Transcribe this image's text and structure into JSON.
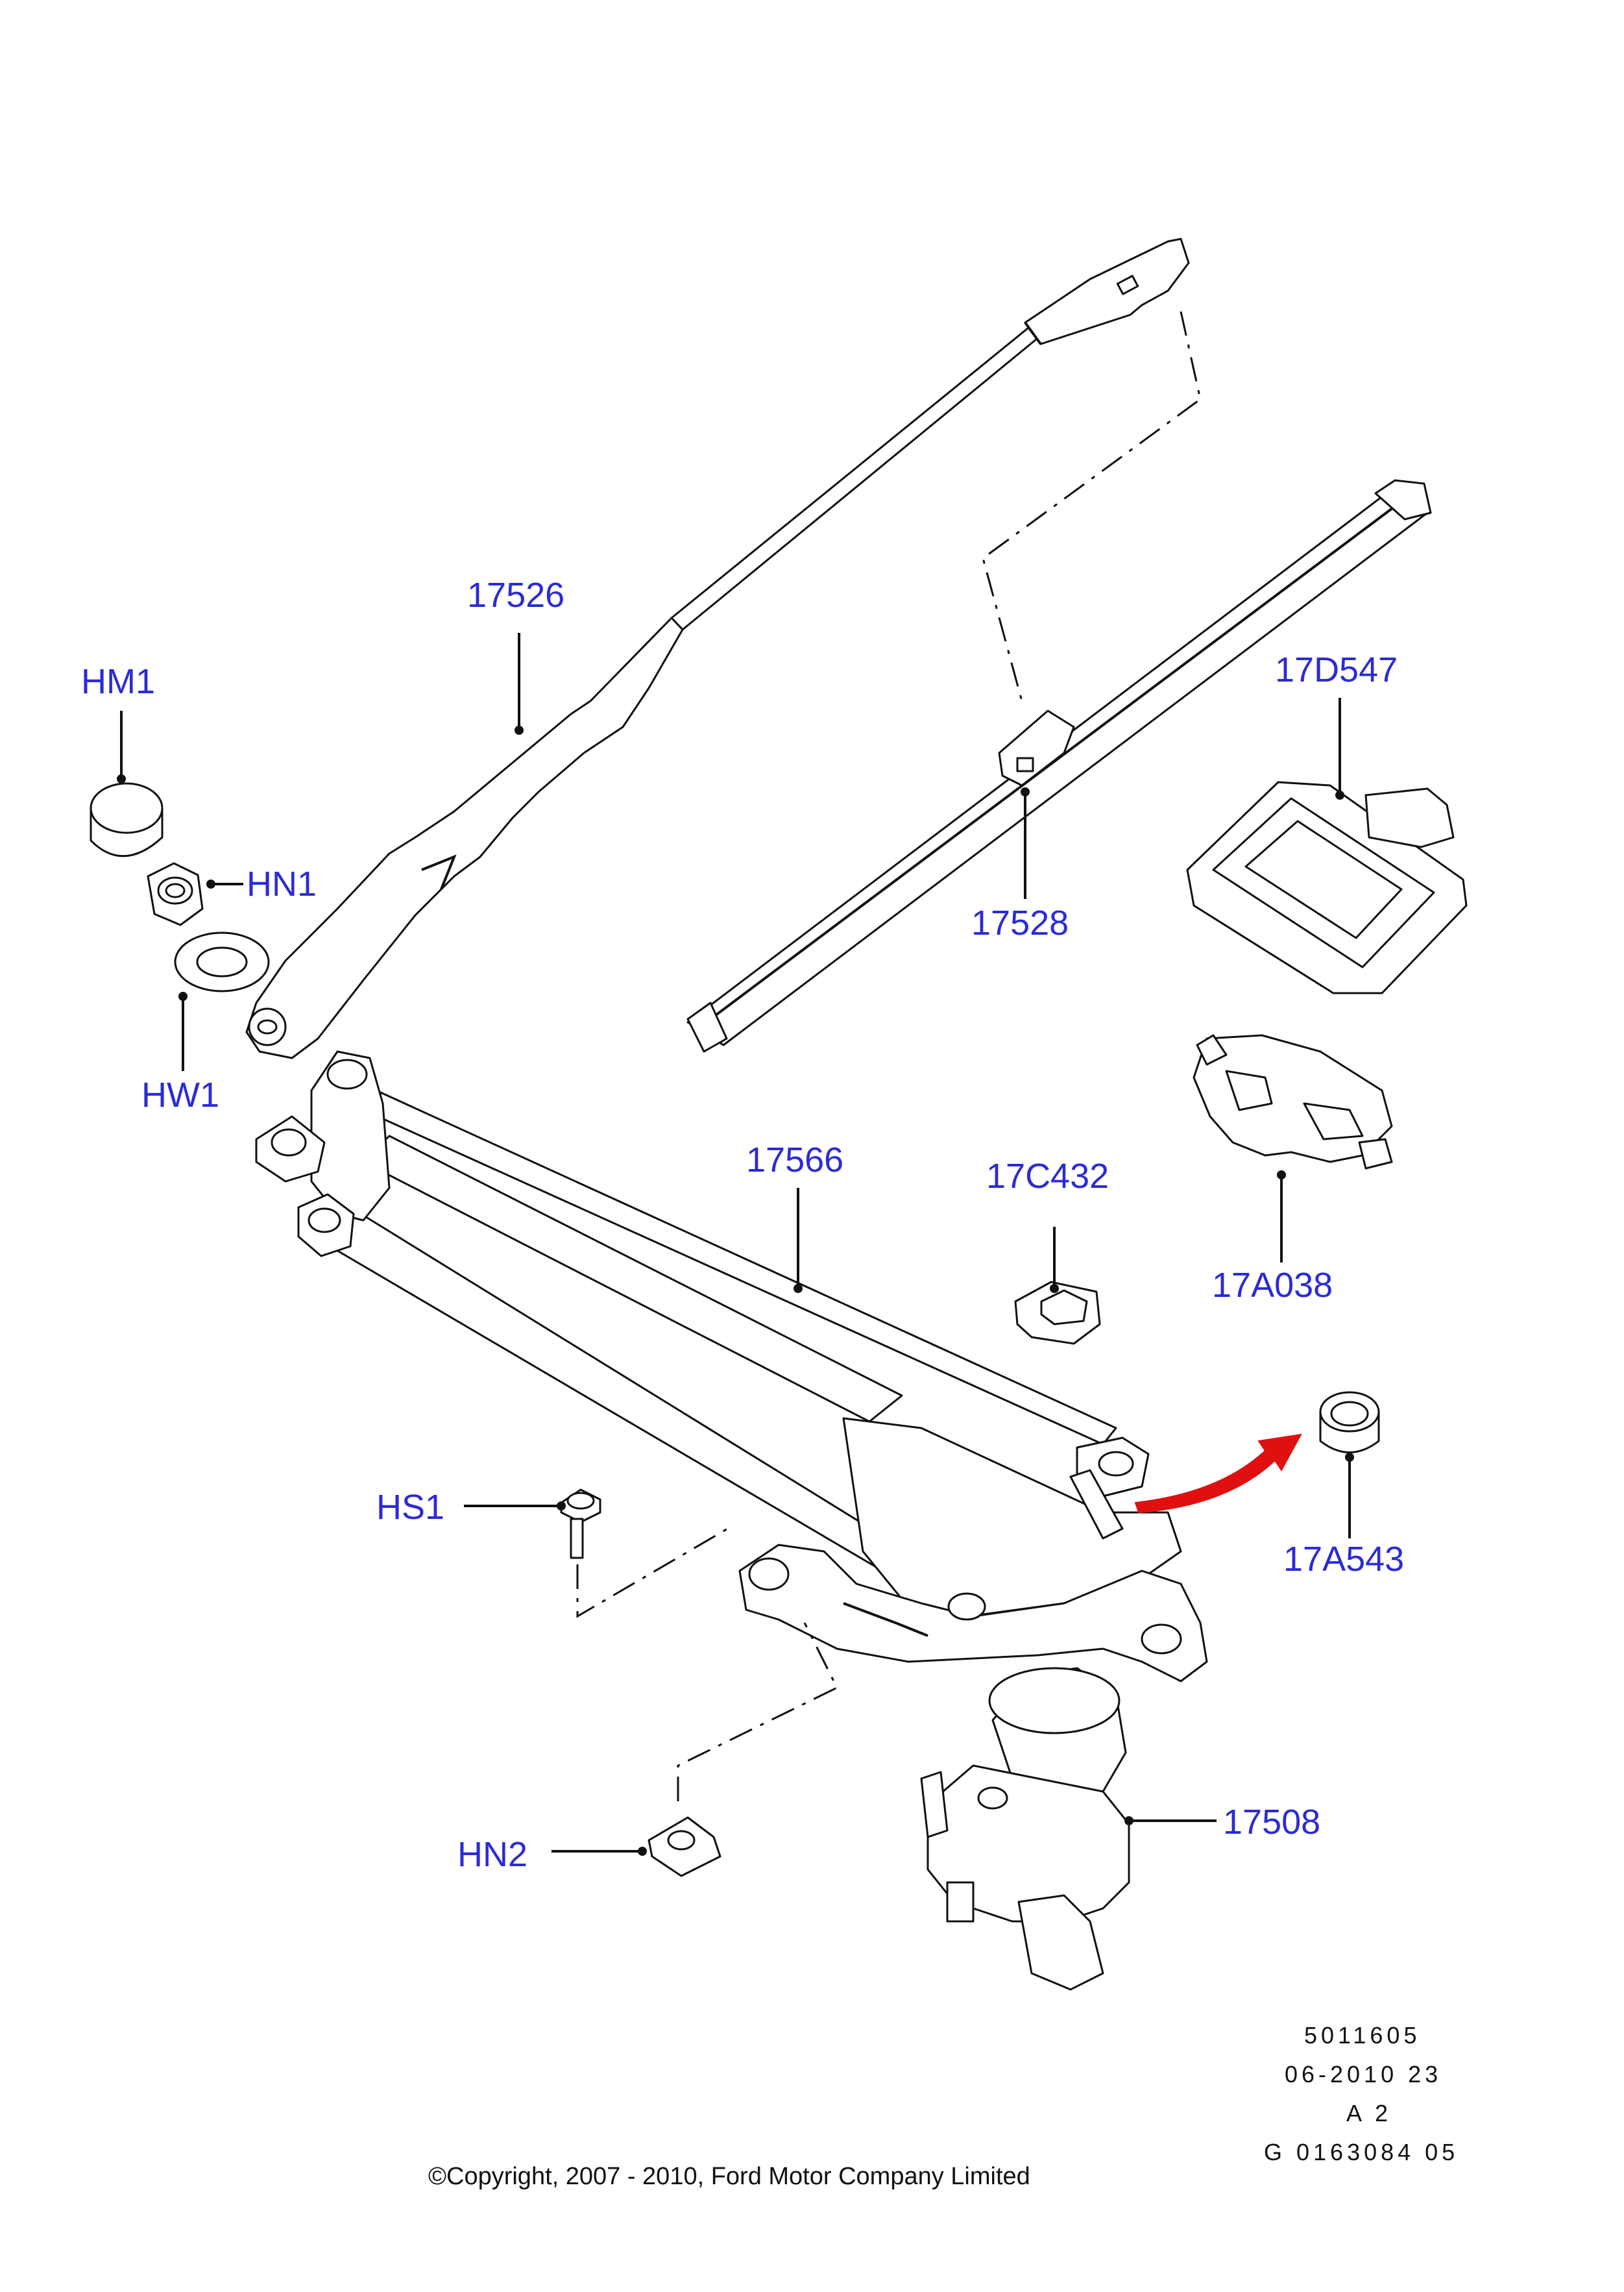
{
  "diagram": {
    "parts": [
      {
        "id": "p17526",
        "label": "17526"
      },
      {
        "id": "pHM1",
        "label": "HM1"
      },
      {
        "id": "pHN1",
        "label": "HN1"
      },
      {
        "id": "pHW1",
        "label": "HW1"
      },
      {
        "id": "p17528",
        "label": "17528"
      },
      {
        "id": "p17D547",
        "label": "17D547"
      },
      {
        "id": "p17566",
        "label": "17566"
      },
      {
        "id": "p17C432",
        "label": "17C432"
      },
      {
        "id": "p17A038",
        "label": "17A038"
      },
      {
        "id": "pHS1",
        "label": "HS1"
      },
      {
        "id": "p17A543",
        "label": "17A543"
      },
      {
        "id": "p17508",
        "label": "17508"
      },
      {
        "id": "pHN2",
        "label": "HN2"
      }
    ],
    "reference": {
      "line1": "5011605",
      "line2": "06-2010 23",
      "line3": "A 2",
      "line4": "G 0163084 05"
    },
    "copyright": "©Copyright, 2007 - 2010, Ford Motor Company Limited",
    "colors": {
      "label": "#2b2bd6",
      "line": "#111111",
      "arrow": "#e01010"
    }
  }
}
